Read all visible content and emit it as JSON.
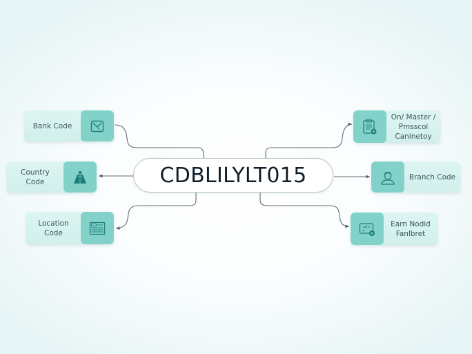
{
  "diagram": {
    "type": "hub-and-spoke",
    "center": {
      "label": "CDBLILYLT015"
    },
    "left_nodes": [
      {
        "label": "Bank Code",
        "icon": "envelope-icon"
      },
      {
        "label": "Country Code",
        "icon": "building-icon"
      },
      {
        "label": "Location\nCode",
        "icon": "document-lines-icon"
      }
    ],
    "right_nodes": [
      {
        "label": "On/ Master /\nPmsscol\nCaninetoy",
        "icon": "clipboard-badge-icon"
      },
      {
        "label": "Branch Code",
        "icon": "person-icon"
      },
      {
        "label": "Earn Nodid\nFanlbret",
        "icon": "panel-badge-icon"
      }
    ],
    "colors": {
      "card_background": "#d4f1ee",
      "icon_block": "#82d2ca",
      "icon_stroke": "#1e7f78",
      "card_text": "#3d545c",
      "center_text": "#0f1e2a",
      "center_border": "#b8c4c8",
      "connector": "#5e6b70"
    }
  }
}
